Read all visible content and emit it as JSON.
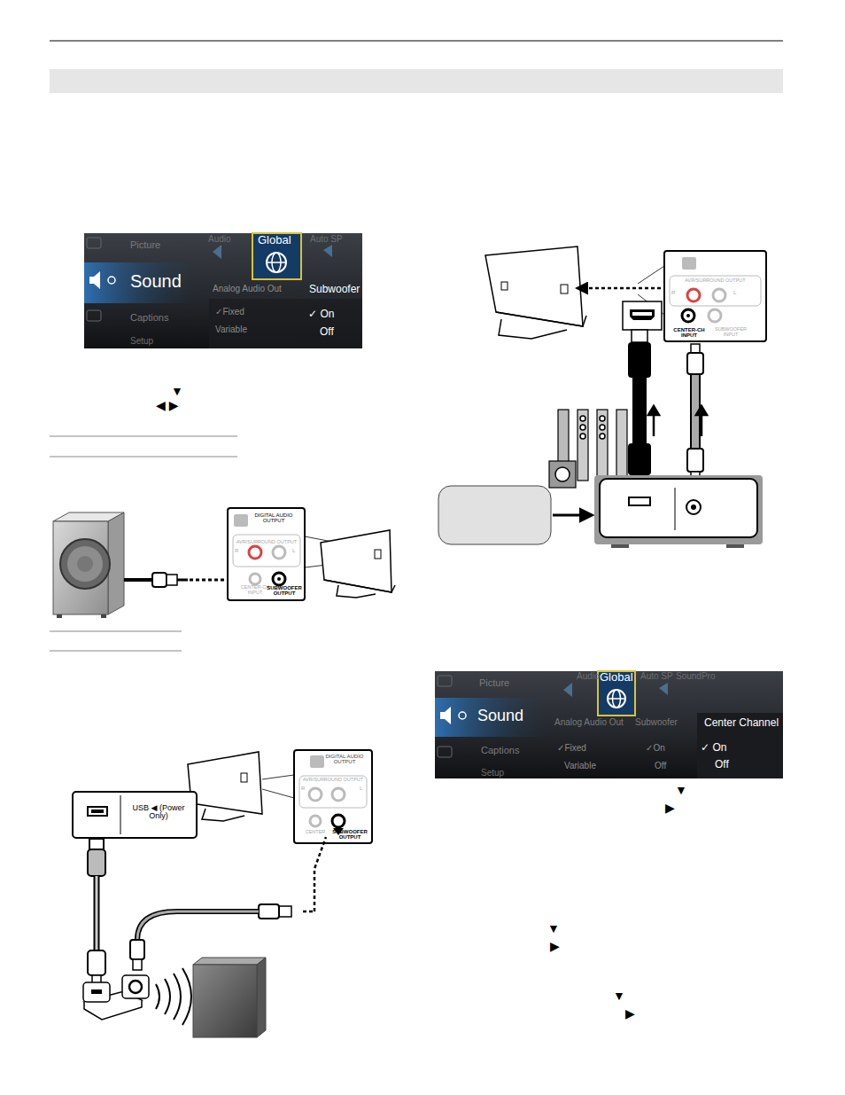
{
  "diagram": {
    "nodes": [
      {
        "text": [
          "Picture",
          "Sound",
          "Captions",
          "Setup",
          "Audio",
          "Global",
          "Auto SP",
          "Analog Audio Out",
          "Subwoofer",
          "✓Fixed",
          "Variable",
          "✓ On",
          "Off"
        ]
      },
      {
        "text": [
          "DIGITAL AUDIO OUTPUT",
          "AVR/SURROUND OUTPUT",
          "R",
          "L",
          "CENTER-CH INPUT",
          "SUBWOOFER OUTPUT"
        ]
      },
      {
        "text": [
          "USB ◀ (Power Only)"
        ]
      },
      {
        "text": [
          "DIGITAL AUDIO OUTPUT",
          "AVR/SURROUND OUTPUT",
          "R",
          "L",
          "CENTER",
          "SUBWOOFER OUTPUT"
        ]
      },
      {
        "text": [
          "AVR/SURROUND OUTPUT",
          "R",
          "L",
          "CENTER-CH INPUT",
          "SUBWOOFER INPUT"
        ]
      },
      {
        "text": [
          "Picture",
          "Sound",
          "Captions",
          "Setup",
          "Audio",
          "Global",
          "Auto SP",
          "SoundPro",
          "Analog Audio Out",
          "Subwoofer",
          "Center Channel",
          "✓Fixed",
          "Variable",
          "✓On",
          "Off",
          "✓ On",
          "Off"
        ]
      }
    ],
    "labels": [
      "▼",
      "◀ ▶",
      "▼",
      "▶",
      "▼",
      "▶",
      "▼",
      "▶"
    ]
  }
}
